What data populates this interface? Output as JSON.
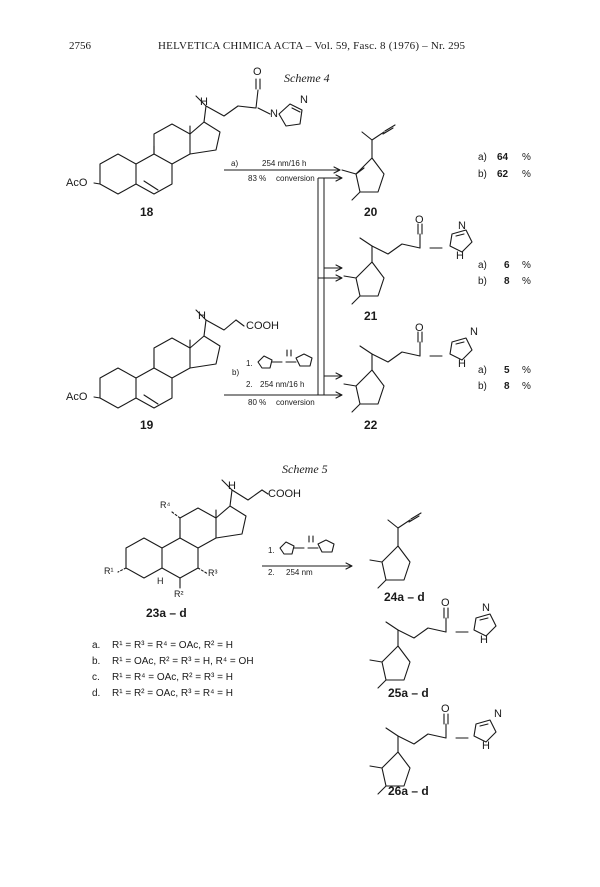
{
  "header": {
    "page_number": "2756",
    "journal": "HELVETICA CHIMICA ACTA – Vol. 59, Fasc. 8 (1976) – Nr. 295"
  },
  "scheme4": {
    "title": "Scheme 4",
    "atoms": {
      "H": "H",
      "O": "O",
      "N": "N",
      "NH": "H",
      "cooh": "COOH",
      "aco": "AcO"
    },
    "compounds": [
      "18",
      "19",
      "20",
      "21",
      "22"
    ],
    "cond_a": {
      "label": "a)",
      "wavelength": "254 nm/16 h",
      "conv_pct": "83 %",
      "conv_word": "conversion"
    },
    "cond_b": {
      "label": "b)",
      "step1": "1.",
      "step2": "2.",
      "wavelength": "254 nm/16 h",
      "conv_pct": "80 %",
      "conv_word": "conversion"
    },
    "yields": {
      "c20": [
        {
          "label": "a)",
          "value": "64",
          "unit": "%"
        },
        {
          "label": "b)",
          "value": "62",
          "unit": "%"
        }
      ],
      "c21": [
        {
          "label": "a)",
          "value": "6",
          "unit": "%"
        },
        {
          "label": "b)",
          "value": "8",
          "unit": "%"
        }
      ],
      "c22": [
        {
          "label": "a)",
          "value": "5",
          "unit": "%"
        },
        {
          "label": "b)",
          "value": "8",
          "unit": "%"
        }
      ]
    }
  },
  "scheme5": {
    "title": "Scheme 5",
    "cooh": "COOH",
    "r_labels": {
      "r4": "R⁴",
      "r1": "R¹",
      "r2": "R²",
      "r3": "R³",
      "H": "H"
    },
    "cond": {
      "step1": "1.",
      "step2": "2.",
      "wavelength": "254 nm"
    },
    "compounds": {
      "start": "23a – d",
      "p24": "24a – d",
      "p25": "25a – d",
      "p26": "26a – d"
    },
    "substituents": [
      {
        "key": "a.",
        "text": "R¹ = R³ = R⁴ = OAc,    R² = H"
      },
      {
        "key": "b.",
        "text": "R¹ = OAc,    R² = R³ = H,    R⁴ = OH"
      },
      {
        "key": "c.",
        "text": "R¹ = R⁴ = OAc,    R² = R³ = H"
      },
      {
        "key": "d.",
        "text": "R¹ = R² = OAc,    R³ = R⁴ = H"
      }
    ]
  }
}
